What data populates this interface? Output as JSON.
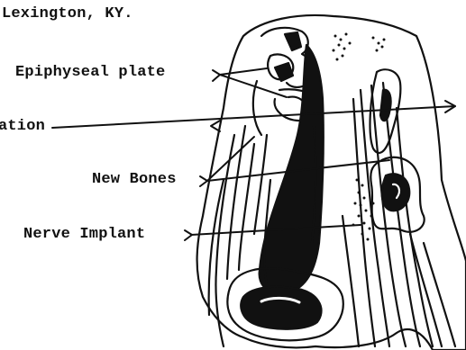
{
  "header": {
    "location": "Lexington, KY."
  },
  "labels": {
    "epiphyseal_plate": "Epiphyseal plate",
    "amputation_partial": "ation",
    "new_bones": "New Bones",
    "nerve_implant": "Nerve Implant"
  },
  "colors": {
    "ink": "#111111",
    "paper": "#ffffff"
  }
}
